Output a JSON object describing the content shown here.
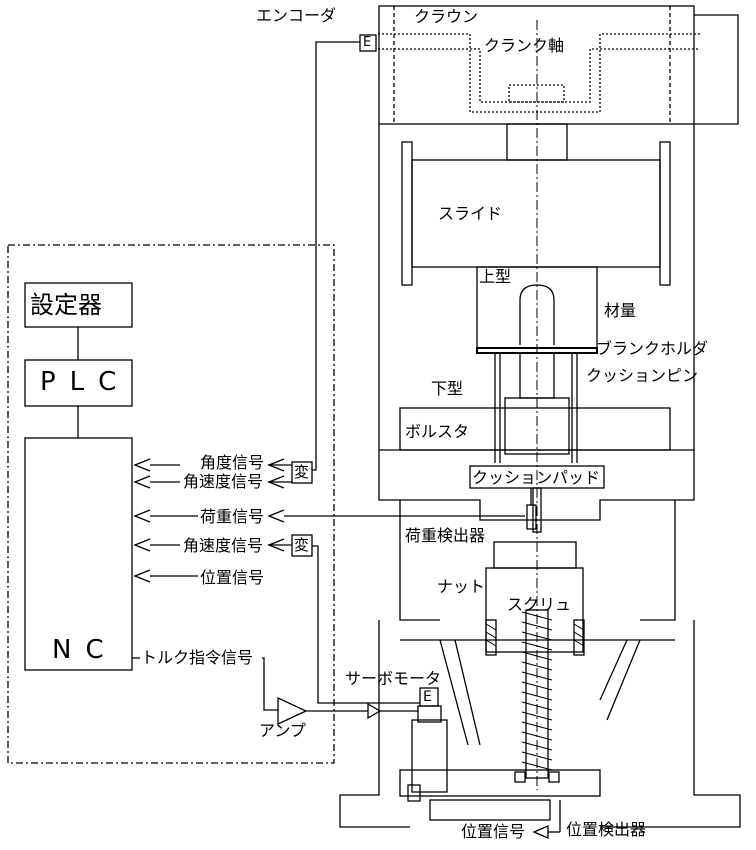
{
  "labels": {
    "encoder_top": "エンコーダ",
    "crown": "クラウン",
    "crankshaft": "クランク軸",
    "slide": "スライド",
    "upper_die": "上型",
    "material": "材量",
    "blank_holder": "ブランクホルダ",
    "lower_die": "下型",
    "cushion_pin": "クッションピン",
    "bolster": "ボルスタ",
    "cushion_pad": "クッションパッド",
    "load_detector": "荷重検出器",
    "nut": "ナット",
    "screw": "スクリュ",
    "servo_motor": "サーボモータ",
    "amp": "アンプ",
    "position_signal_bottom": "位置信号",
    "position_detector": "位置検出器",
    "encoder_mark_top": "E",
    "encoder_mark_motor": "E",
    "converter_1": "変",
    "converter_2": "変"
  },
  "controller": {
    "setter": "設定器",
    "plc": "PLC",
    "nc": "NC",
    "signals": {
      "angle": "角度信号",
      "angular_velocity_1": "角速度信号",
      "load": "荷重信号",
      "angular_velocity_2": "角速度信号",
      "position": "位置信号",
      "torque_command": "トルク指令信号"
    }
  }
}
